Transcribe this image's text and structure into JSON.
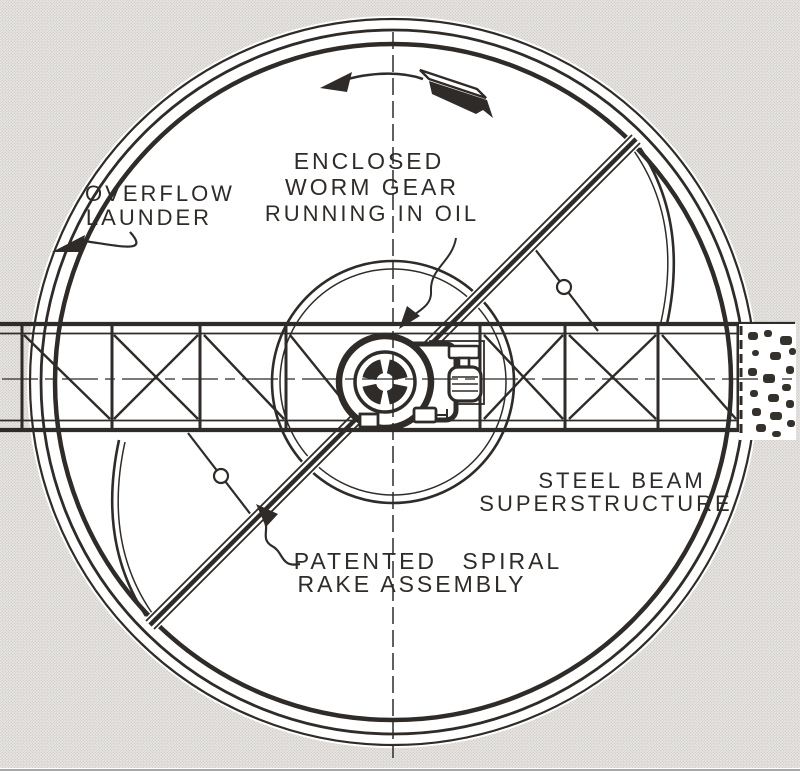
{
  "diagram": {
    "labels": {
      "overflow_launder": {
        "line1": "OVERFLOW",
        "line2": "LAUNDER"
      },
      "worm_gear": {
        "line1": "ENCLOSED",
        "line2": "WORM GEAR",
        "line3": "RUNNING IN OIL"
      },
      "steel_beam": {
        "line1": "STEEL BEAM",
        "line2": "SUPERSTRUCTURE"
      },
      "spiral_rake": {
        "line1": "PATENTED SPIRAL",
        "line2": "RAKE ASSEMBLY"
      }
    },
    "icons": {
      "rotation_arrow": "counterclockwise-rotation-arrow",
      "leader_arrows": "annotation-leader-arrowheads"
    },
    "colors": {
      "ink": "#2f2b28",
      "paper": "#ffffff",
      "halftone_base": "#e9e7e4",
      "halftone_dot": "#c9c6c2"
    }
  }
}
